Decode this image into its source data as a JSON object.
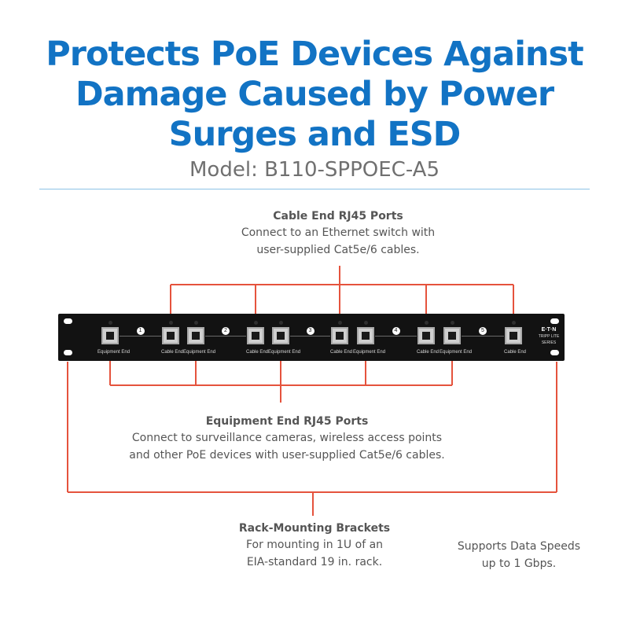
{
  "headline": {
    "line1": "Protects PoE Devices Against",
    "line2": "Damage Caused by Power",
    "line3": "Surges and ESD"
  },
  "model": "Model: B110-SPPOEC-A5",
  "callouts": {
    "cable_end": {
      "title": "Cable End RJ45 Ports",
      "line1": "Connect to an Ethernet switch with",
      "line2": "user-supplied Cat5e/6 cables."
    },
    "equipment_end": {
      "title": "Equipment End RJ45 Ports",
      "line1": "Connect to surveillance cameras, wireless access points",
      "line2": "and other PoE devices with user-supplied Cat5e/6 cables."
    },
    "rack": {
      "title": "Rack-Mounting Brackets",
      "line1": "For mounting in 1U of an",
      "line2": "EIA-standard 19 in. rack."
    },
    "speed": {
      "line1": "Supports Data Speeds",
      "line2": "up to 1 Gbps."
    }
  },
  "panel": {
    "brand": "E·T·N",
    "brand_sub": "TRIPP LITE",
    "brand_sub2": "SERIES",
    "channels": [
      "1",
      "2",
      "3",
      "4",
      "5"
    ],
    "equipment_label": "Equipment End",
    "cable_label": "Cable End"
  },
  "colors": {
    "headline": "#1273c4",
    "callout_line": "#e5533d",
    "divider": "#8cc3e6",
    "panel": "#121212"
  }
}
